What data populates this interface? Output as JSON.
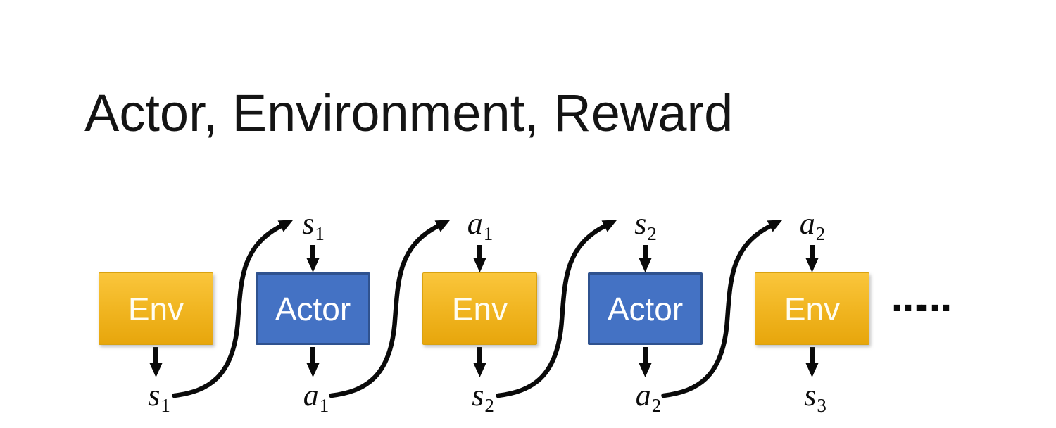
{
  "title": "Actor, Environment, Reward",
  "colors": {
    "background": "#FFFFFF",
    "title_text": "#141414",
    "env_top": "#FAC63C",
    "env_bottom": "#E7A60C",
    "env_border": "#D9A210",
    "actor_fill": "#4472C4",
    "actor_border": "#2F528F",
    "box_text_env": "#FFFDF2",
    "box_text_actor": "#FFFFFF",
    "arrow": "#0A0A0A",
    "label_text": "#0C0C0C"
  },
  "diagram": {
    "boxes": [
      {
        "id": "env-1",
        "type": "env",
        "label": "Env"
      },
      {
        "id": "actor-1",
        "type": "actor",
        "label": "Actor"
      },
      {
        "id": "env-2",
        "type": "env",
        "label": "Env"
      },
      {
        "id": "actor-2",
        "type": "actor",
        "label": "Actor"
      },
      {
        "id": "env-3",
        "type": "env",
        "label": "Env"
      }
    ],
    "top_labels": [
      {
        "base": "s",
        "sub": "1"
      },
      {
        "base": "a",
        "sub": "1"
      },
      {
        "base": "s",
        "sub": "2"
      },
      {
        "base": "a",
        "sub": "2"
      }
    ],
    "bottom_labels": [
      {
        "base": "s",
        "sub": "1"
      },
      {
        "base": "a",
        "sub": "1"
      },
      {
        "base": "s",
        "sub": "2"
      },
      {
        "base": "a",
        "sub": "2"
      },
      {
        "base": "s",
        "sub": "3"
      }
    ],
    "ellipsis": "……"
  }
}
